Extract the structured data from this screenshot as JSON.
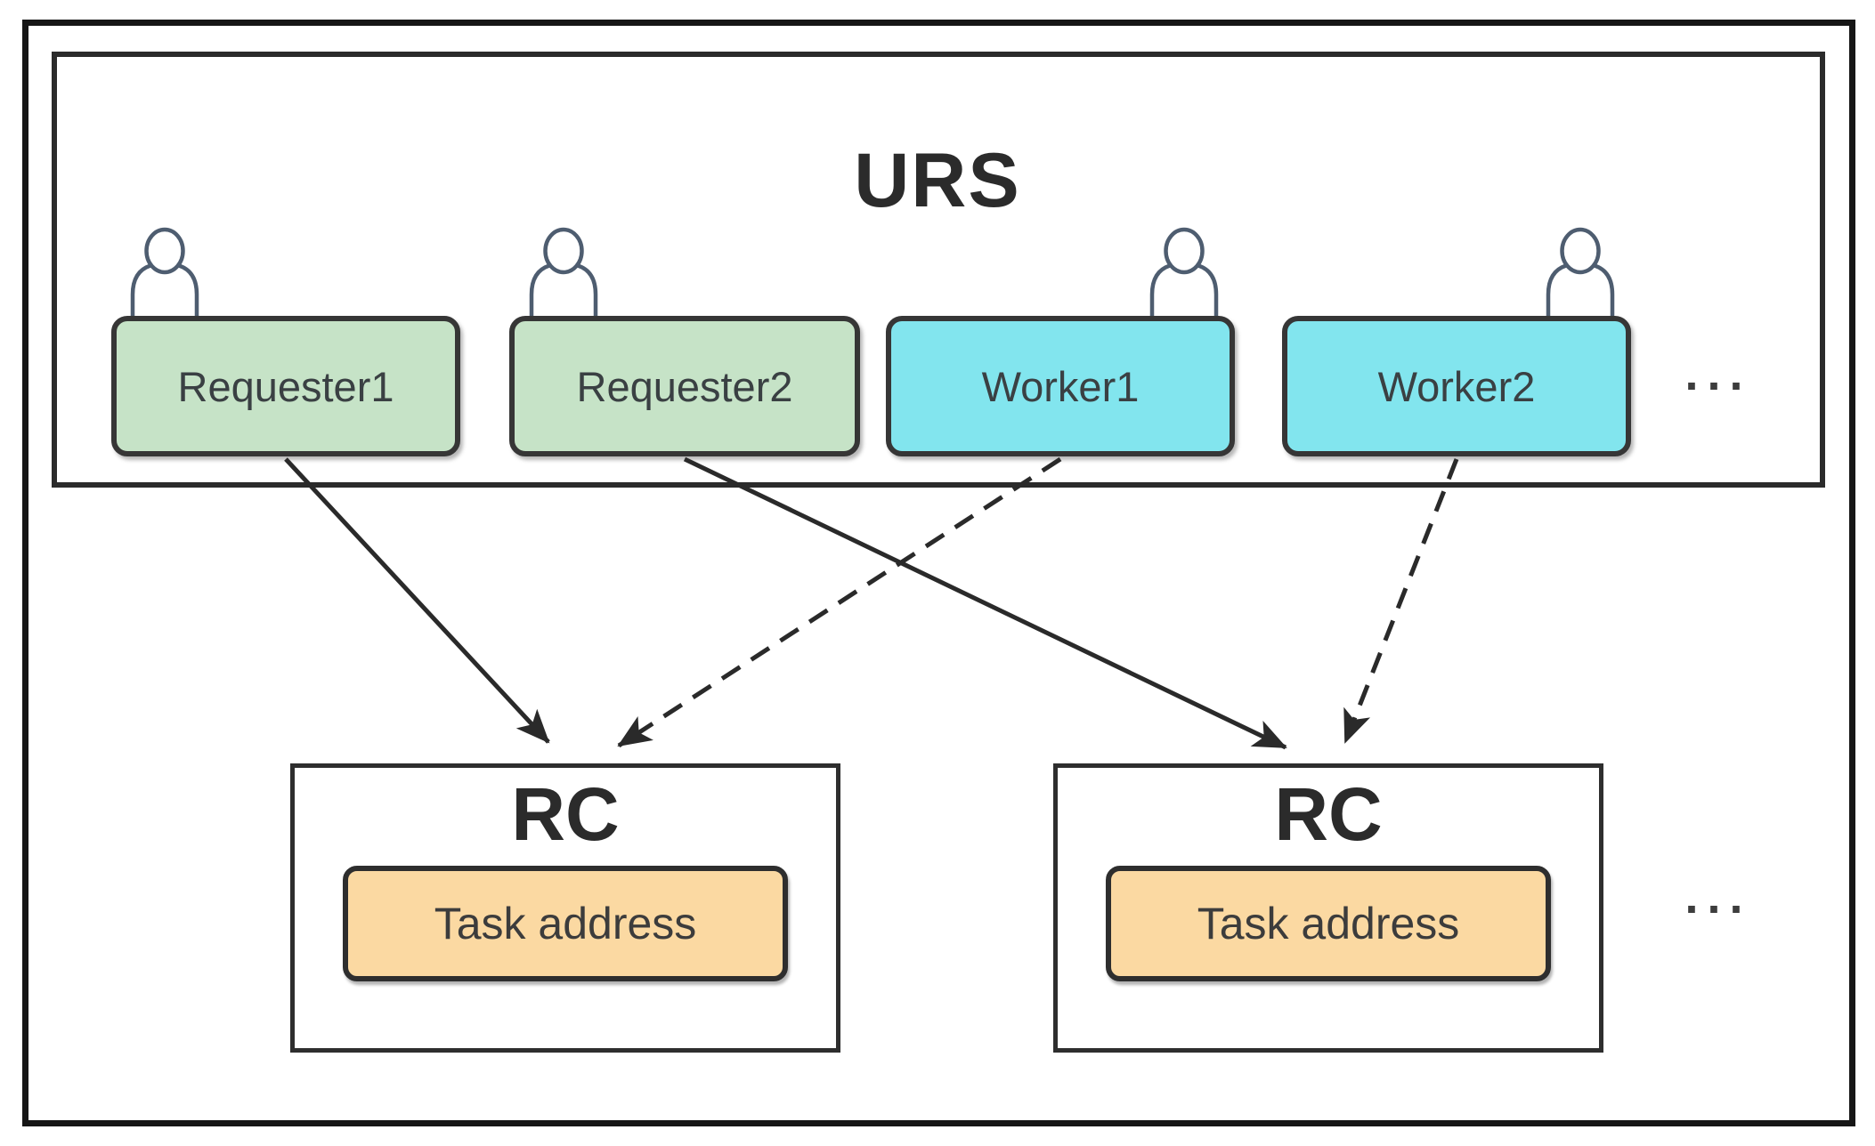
{
  "diagram": {
    "urs": {
      "label": "URS",
      "nodes": [
        {
          "id": "requester1",
          "label": "Requester1",
          "type": "requester"
        },
        {
          "id": "requester2",
          "label": "Requester2",
          "type": "requester"
        },
        {
          "id": "worker1",
          "label": "Worker1",
          "type": "worker"
        },
        {
          "id": "worker2",
          "label": "Worker2",
          "type": "worker"
        }
      ],
      "ellipsis": "..."
    },
    "rcs": [
      {
        "id": "rc1",
        "label": "RC",
        "task_label": "Task address"
      },
      {
        "id": "rc2",
        "label": "RC",
        "task_label": "Task address"
      }
    ],
    "rc_ellipsis": "...",
    "edges": [
      {
        "from": "requester1",
        "to": "rc1",
        "style": "solid"
      },
      {
        "from": "requester2",
        "to": "rc2",
        "style": "solid"
      },
      {
        "from": "worker1",
        "to": "rc1",
        "style": "dashed"
      },
      {
        "from": "worker2",
        "to": "rc2",
        "style": "dashed"
      }
    ],
    "colors": {
      "background": "#ffffff",
      "requester_fill": "#c6e3c7",
      "worker_fill": "#82e5ee",
      "task_fill": "#fbd9a2",
      "frame_border": "#161616",
      "box_border": "#2e2e2e",
      "arrow": "#2a2a2a",
      "person_icon_stroke": "#4e5d70",
      "node_text": "#3a4043",
      "heading_text": "#2b2b2b"
    }
  }
}
